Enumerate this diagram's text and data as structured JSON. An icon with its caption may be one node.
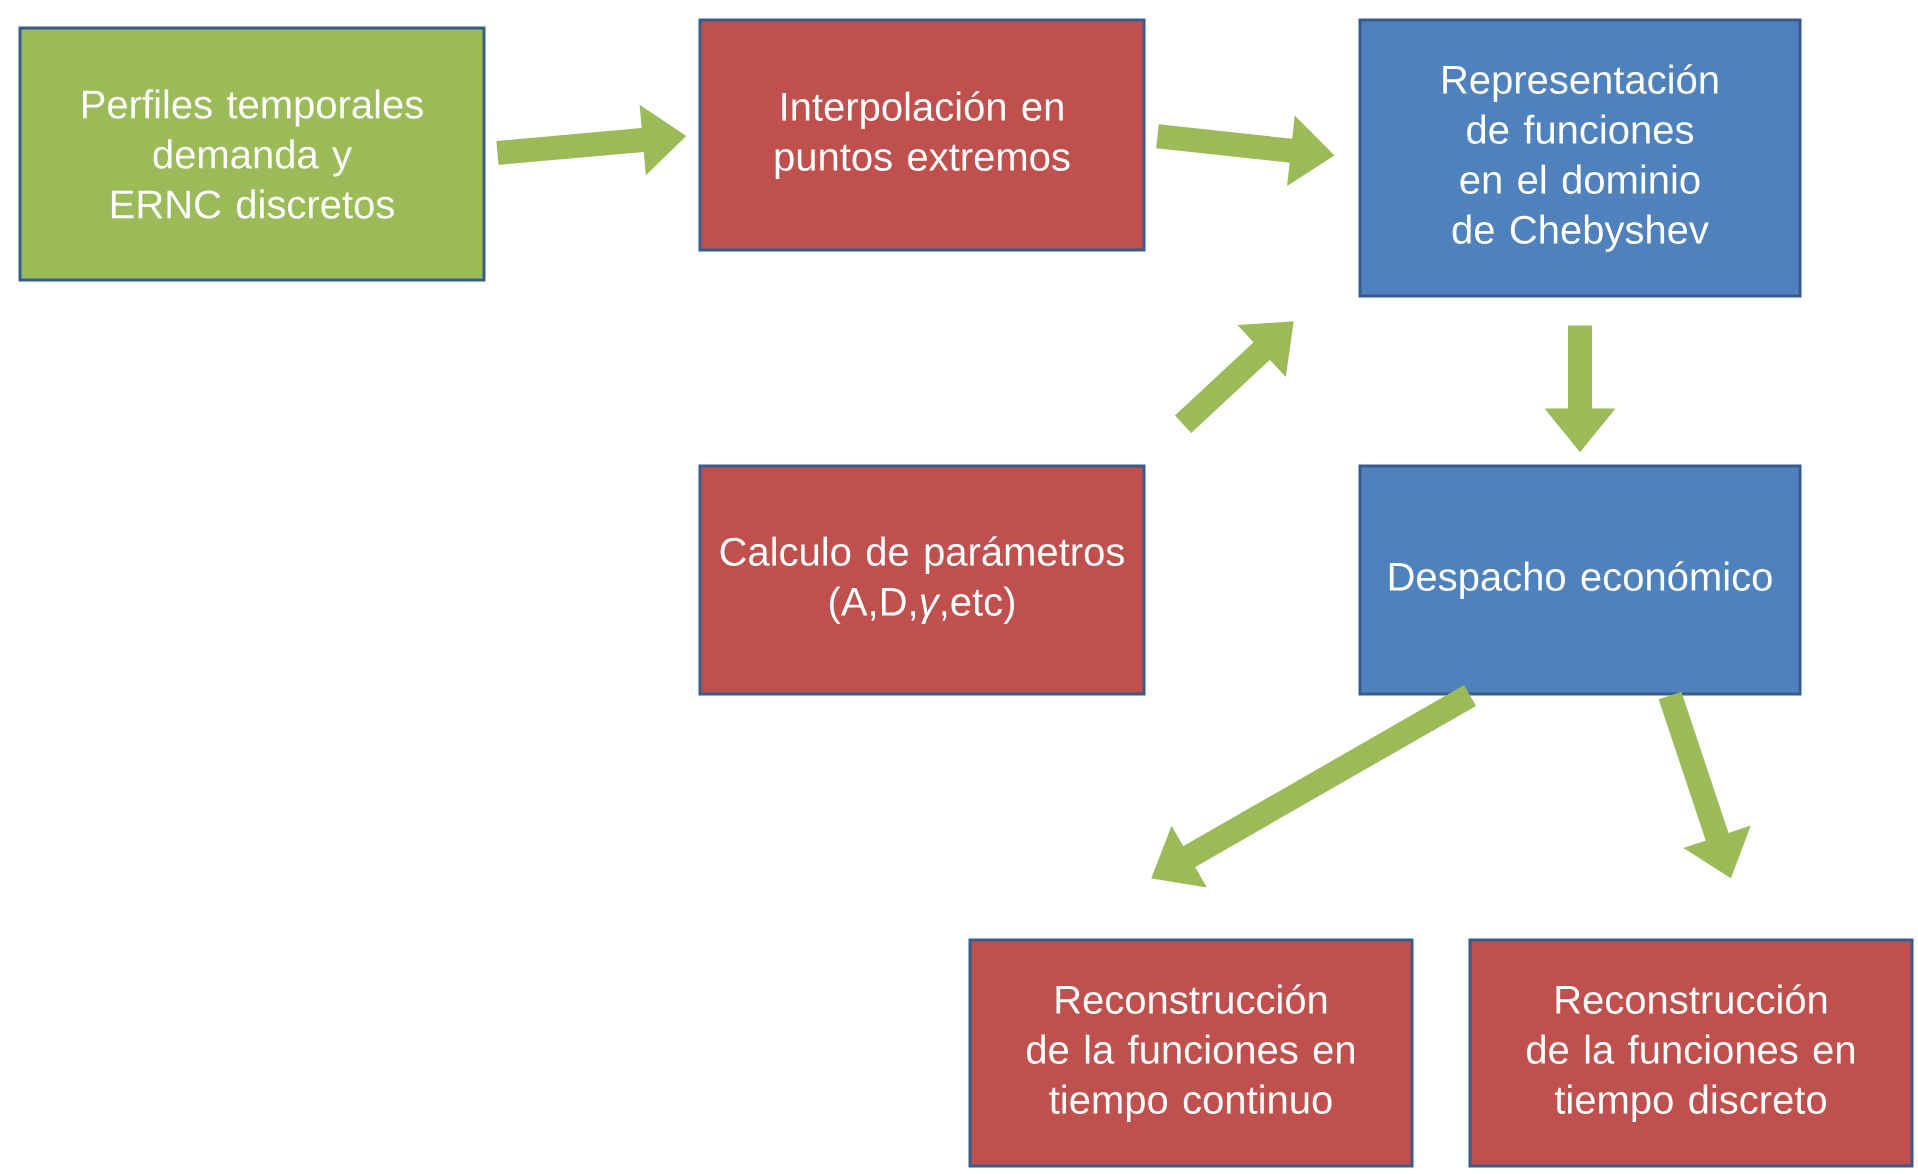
{
  "diagram": {
    "nodes": [
      {
        "text": [
          "Perfiles temporales demanda y ERNC discretos"
        ]
      },
      {
        "text": [
          "Interpolación en puntos extremos"
        ]
      },
      {
        "text": [
          "Representación de funciones en el dominio de Chebyshev"
        ]
      },
      {
        "text": [
          "Calculo de parámetros (A,D,*γ*,etc)"
        ]
      },
      {
        "text": [
          "Despacho económico"
        ]
      },
      {
        "text": [
          "Reconstrucción de la funciones en tiempo continuo"
        ]
      },
      {
        "text": [
          "Reconstrucción de la funciones en tiempo discreto"
        ]
      }
    ],
    "edges": [
      {
        "from": 0,
        "to": 1,
        "arrow": "to"
      },
      {
        "from": 1,
        "to": 2,
        "arrow": "to"
      },
      {
        "from": 3,
        "to": 2,
        "arrow": "to"
      },
      {
        "from": 2,
        "to": 4,
        "arrow": "to"
      },
      {
        "from": 4,
        "to": 5,
        "arrow": "to"
      },
      {
        "from": 4,
        "to": 6,
        "arrow": "to"
      }
    ]
  }
}
